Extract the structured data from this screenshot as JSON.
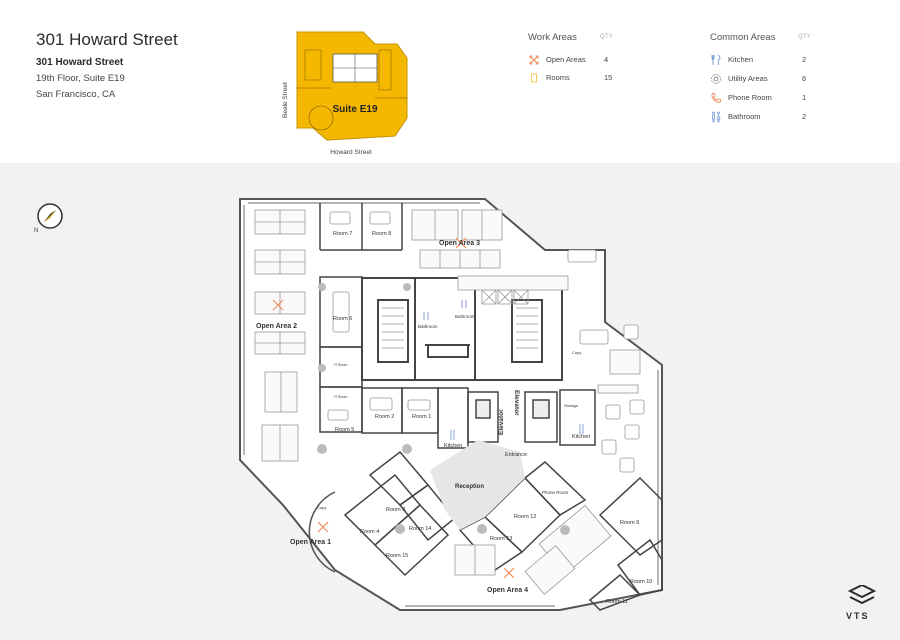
{
  "header": {
    "title": "301 Howard Street",
    "address_line1": "301 Howard Street",
    "address_line2": "19th Floor, Suite E19",
    "address_line3": "San Francisco, CA"
  },
  "keymap": {
    "street_left": "Beale Street",
    "street_bottom": "Howard Street",
    "suite_label": "Suite E19",
    "highlight_color": "#f5b800"
  },
  "work_areas": {
    "heading": "Work Areas",
    "qty_heading": "QTY",
    "items": [
      {
        "label": "Open Areas",
        "qty": "4",
        "icon": "open-area-icon"
      },
      {
        "label": "Rooms",
        "qty": "15",
        "icon": "room-icon"
      }
    ]
  },
  "common_areas": {
    "heading": "Common Areas",
    "qty_heading": "QTY",
    "items": [
      {
        "label": "Kitchen",
        "qty": "2",
        "icon": "kitchen-icon"
      },
      {
        "label": "Utility Areas",
        "qty": "6",
        "icon": "utility-icon"
      },
      {
        "label": "Phone Room",
        "qty": "1",
        "icon": "phone-icon"
      },
      {
        "label": "Bathroom",
        "qty": "2",
        "icon": "bathroom-icon"
      }
    ]
  },
  "floorplan": {
    "labels": {
      "open_area_1": "Open Area 1",
      "open_area_2": "Open Area 2",
      "open_area_3": "Open Area 3",
      "open_area_4": "Open Area 4",
      "room_1": "Room 1",
      "room_2": "Room 2",
      "room_3": "Room 3",
      "room_4": "Room 4",
      "room_5": "Room 5",
      "room_6": "Room 6",
      "room_7": "Room 7",
      "room_8": "Room 8",
      "room_9": "Room 9",
      "room_10": "Room 10",
      "room_11": "Room 11",
      "room_12": "Room 12",
      "room_13": "Room 13",
      "room_14": "Room 14",
      "room_15": "Room 15",
      "reception": "Reception",
      "entrance": "Entrance",
      "elevator_left": "Elevator",
      "elevator_right": "Elevator",
      "kitchen_left": "Kitchen",
      "kitchen_right": "Kitchen",
      "bathroom_left": "Bathroom",
      "bathroom_right": "Bathroom",
      "phone_room": "Phone Room",
      "storage": "Storage",
      "copy_right": "Copy",
      "copy_left": "Copy",
      "it_room_1": "IT Room",
      "it_room_2": "IT Room"
    },
    "accent_color": "#f08c5a",
    "icon_color": "#7a9cd9"
  },
  "brand": {
    "name": "VTS"
  }
}
